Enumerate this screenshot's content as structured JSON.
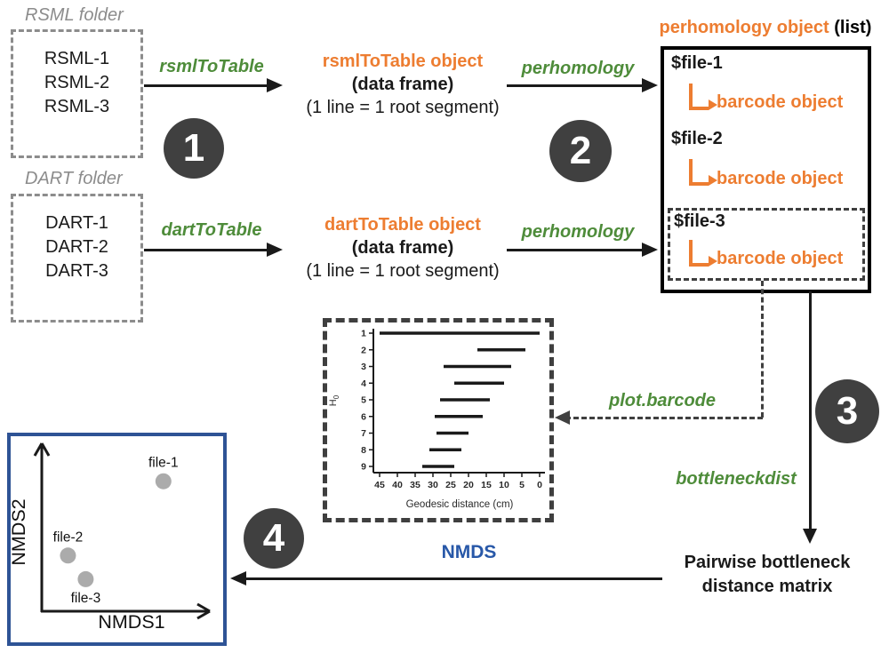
{
  "colors": {
    "orange": "#ed7d31",
    "green": "#4e8c3a",
    "blue_text": "#2858a8",
    "blue_border": "#2e5395",
    "circle_fill": "#404040",
    "folder_gray": "#8c8c8c",
    "dot_gray": "#ababab",
    "black": "#1a1a1a"
  },
  "steps": [
    "1",
    "2",
    "3",
    "4"
  ],
  "rsml_folder": {
    "label": "RSML folder",
    "files": [
      "RSML-1",
      "RSML-2",
      "RSML-3"
    ]
  },
  "dart_folder": {
    "label": "DART folder",
    "files": [
      "DART-1",
      "DART-2",
      "DART-3"
    ]
  },
  "functions": {
    "rsml_to_table": "rsmlToTable",
    "dart_to_table": "dartToTable",
    "perhomology_top": "perhomology",
    "perhomology_bottom": "perhomology",
    "plot_barcode": "plot.barcode",
    "bottleneckdist": "bottleneckdist",
    "nmds": "NMDS"
  },
  "rsml_object": {
    "title": "rsmlToTable object",
    "subtitle": "(data frame)",
    "note": "(1 line = 1 root segment)"
  },
  "dart_object": {
    "title": "dartToTable object",
    "subtitle": "(data frame)",
    "note": "(1 line = 1 root segment)"
  },
  "perhomology_object": {
    "title": "perhomology object",
    "suffix": "(list)",
    "entries": [
      {
        "name": "$file-1",
        "value": "barcode object",
        "dashed": false
      },
      {
        "name": "$file-2",
        "value": "barcode object",
        "dashed": false
      },
      {
        "name": "$file-3",
        "value": "barcode object",
        "dashed": true
      }
    ]
  },
  "matrix": {
    "line1": "Pairwise bottleneck",
    "line2": "distance matrix"
  },
  "chart_data": [
    {
      "id": "barcode",
      "type": "bar",
      "orientation": "horizontal",
      "xlabel": "Geodesic distance (cm)",
      "ylabel_main": "H",
      "ylabel_sub": "0",
      "x_ticks": [
        45,
        40,
        35,
        30,
        25,
        20,
        15,
        10,
        5,
        0
      ],
      "xlim": [
        45,
        0
      ],
      "x_reversed": true,
      "grid": false,
      "bars": [
        {
          "label": "1",
          "start": 45,
          "end": 0
        },
        {
          "label": "2",
          "start": 17.5,
          "end": 4
        },
        {
          "label": "3",
          "start": 27,
          "end": 8
        },
        {
          "label": "4",
          "start": 24,
          "end": 10
        },
        {
          "label": "5",
          "start": 28,
          "end": 14
        },
        {
          "label": "6",
          "start": 29.5,
          "end": 16
        },
        {
          "label": "7",
          "start": 29,
          "end": 20
        },
        {
          "label": "8",
          "start": 31,
          "end": 22
        },
        {
          "label": "9",
          "start": 33,
          "end": 24
        }
      ]
    },
    {
      "id": "nmds",
      "type": "scatter",
      "xlabel": "NMDS1",
      "ylabel": "NMDS2",
      "axis_ticks": "none",
      "point_color": "#ababab",
      "points": [
        {
          "label": "file-1",
          "x": 0.72,
          "y": 0.77,
          "label_pos": "above"
        },
        {
          "label": "file-2",
          "x": 0.155,
          "y": 0.33,
          "label_pos": "above"
        },
        {
          "label": "file-3",
          "x": 0.26,
          "y": 0.19,
          "label_pos": "below"
        }
      ]
    }
  ]
}
